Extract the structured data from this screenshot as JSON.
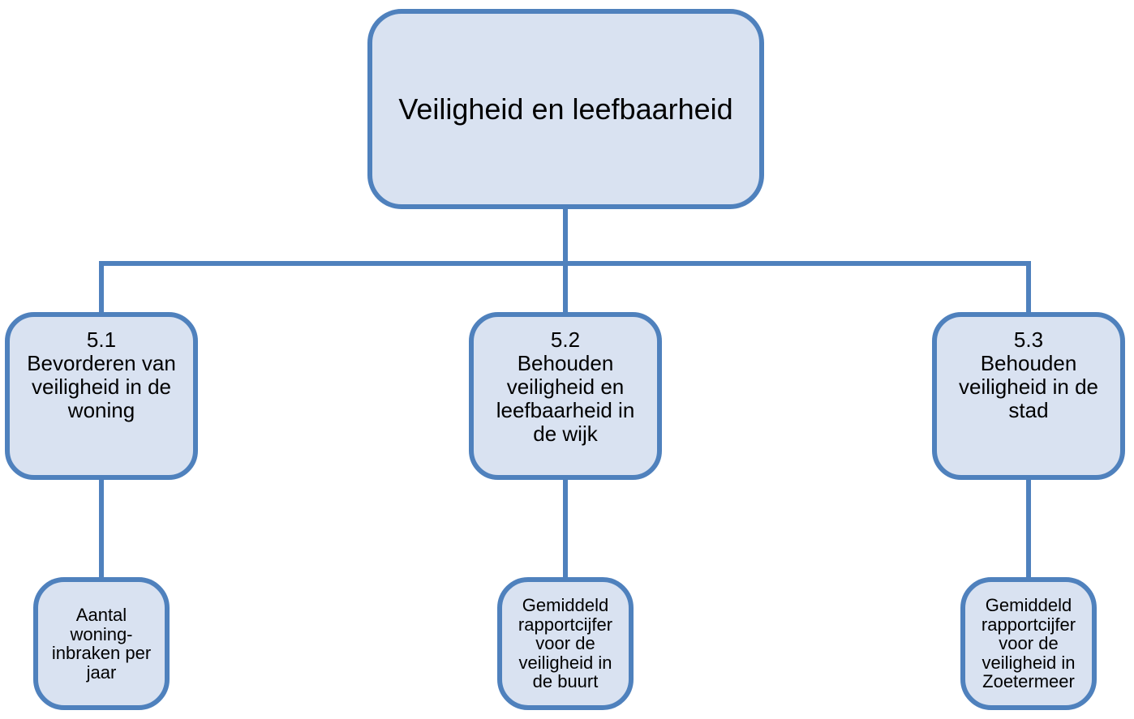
{
  "colors": {
    "background": "#FFFFFF",
    "box_fill": "#D9E2F1",
    "box_border": "#4F81BD",
    "connector": "#4F81BD",
    "text": "#000000"
  },
  "diagram": {
    "type": "hierarchy",
    "root": {
      "label": "Veiligheid en leefbaarheid"
    },
    "branches": [
      {
        "number": "5.1",
        "objective": "Bevorderen van veiligheid in de woning",
        "indicator": "Aantal woning-inbraken per jaar"
      },
      {
        "number": "5.2",
        "objective": "Behouden veiligheid en leefbaarheid in de wijk",
        "indicator": "Gemiddeld rapportcijfer voor de veiligheid in de buurt"
      },
      {
        "number": "5.3",
        "objective": "Behouden veiligheid in de stad",
        "indicator": "Gemiddeld rapportcijfer voor de veiligheid in Zoetermeer"
      }
    ]
  }
}
